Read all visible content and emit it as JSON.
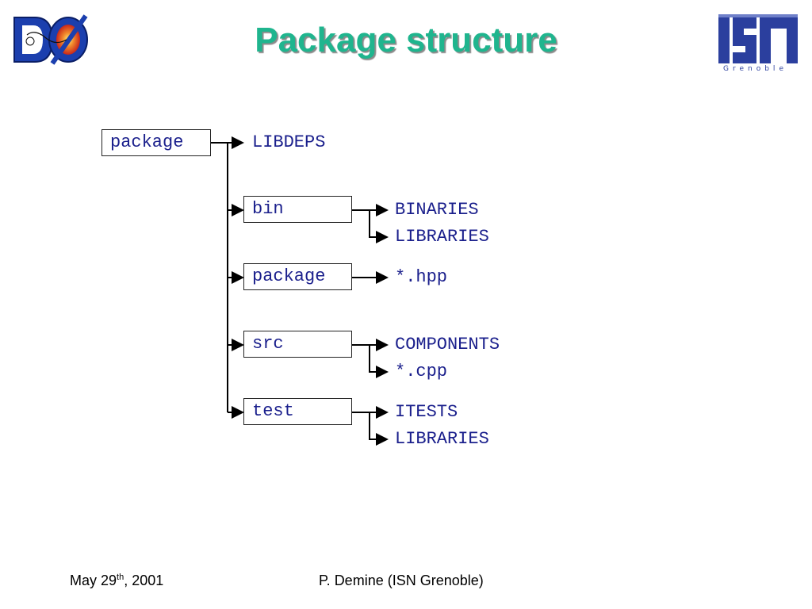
{
  "title": "Package structure",
  "logos": {
    "left": {
      "text": "DØ",
      "colors": {
        "letters": "#1b3fae",
        "burst": "#e8431f"
      }
    },
    "right": {
      "text": "isn",
      "subtext": "Grenoble",
      "colors": {
        "letters": "#2b3f9e"
      }
    }
  },
  "tree": {
    "root": "package",
    "root_leaf": "LIBDEPS",
    "children": [
      {
        "label": "bin",
        "leaves": [
          "BINARIES",
          "LIBRARIES"
        ]
      },
      {
        "label": "package",
        "leaves": [
          "*.hpp"
        ]
      },
      {
        "label": "src",
        "leaves": [
          "COMPONENTS",
          "*.cpp"
        ]
      },
      {
        "label": "test",
        "leaves": [
          "ITESTS",
          "LIBRARIES"
        ]
      }
    ]
  },
  "footer": {
    "date_prefix": "May 29",
    "date_sup": "th",
    "date_suffix": ", 2001",
    "author": "P. Demine (ISN Grenoble)"
  },
  "colors": {
    "title": "#1fb58e",
    "diagram_text": "#1a1f8c"
  }
}
